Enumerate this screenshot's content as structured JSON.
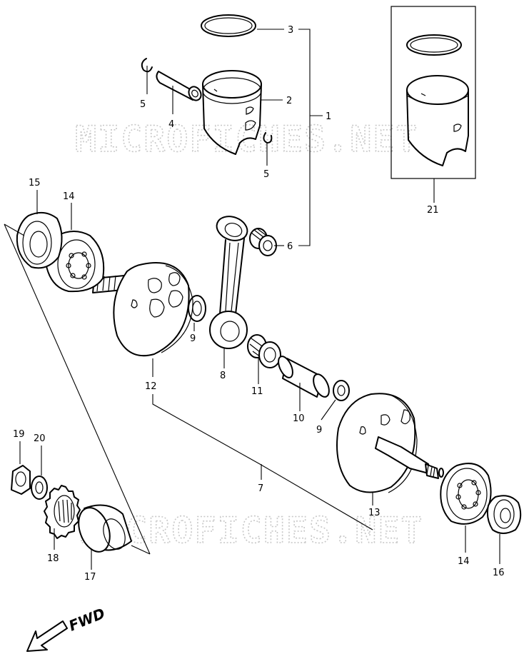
{
  "watermark": {
    "top": "MICROFICHES.NET",
    "bottom": "MICROFICHES.NET"
  },
  "labels": {
    "p1": "1",
    "p2": "2",
    "p3": "3",
    "p4": "4",
    "p5a": "5",
    "p5b": "5",
    "p6": "6",
    "p7": "7",
    "p8": "8",
    "p9a": "9",
    "p9b": "9",
    "p10": "10",
    "p11": "11",
    "p12": "12",
    "p13": "13",
    "p14a": "14",
    "p14b": "14",
    "p15": "15",
    "p16": "16",
    "p17": "17",
    "p18": "18",
    "p19": "19",
    "p20": "20",
    "p21": "21"
  },
  "direction": {
    "text": "FWD",
    "icon": "arrow-left-down-icon"
  }
}
